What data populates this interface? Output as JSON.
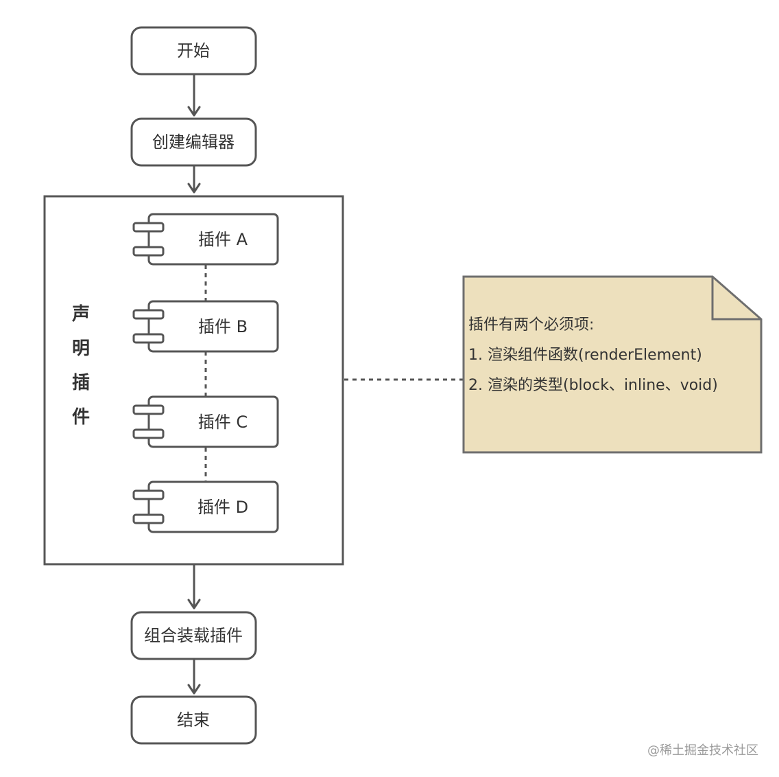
{
  "nodes": {
    "start": "开始",
    "create_editor": "创建编辑器",
    "assemble_plugins": "组合装载插件",
    "end": "结束"
  },
  "group": {
    "label_chars": [
      "声",
      "明",
      "插",
      "件"
    ],
    "components": [
      "插件 A",
      "插件 B",
      "插件 C",
      "插件 D"
    ]
  },
  "note": {
    "lines": [
      "插件有两个必须项:",
      "1. 渲染组件函数(renderElement)",
      "2. 渲染的类型(block、inline、void)"
    ],
    "fill_color": "#ede0bd",
    "border_color": "#6e6e6e"
  },
  "watermark": "@稀土掘金技术社区",
  "colors": {
    "stroke": "#555555",
    "text": "#333333",
    "background": "#ffffff"
  }
}
